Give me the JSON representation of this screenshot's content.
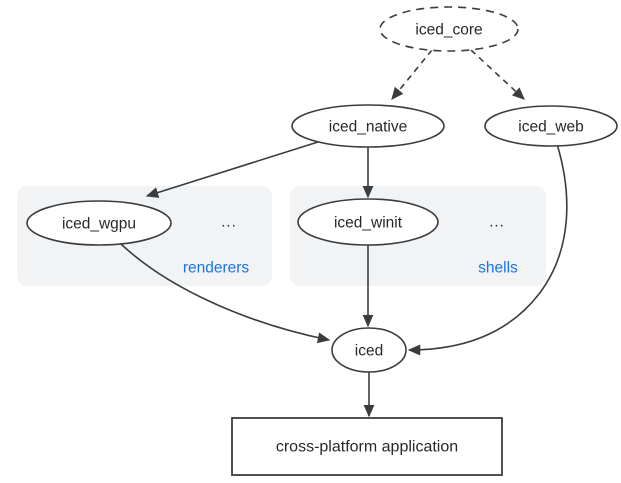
{
  "diagram": {
    "type": "dependency-graph",
    "colors": {
      "background": "#ffffff",
      "node_fill": "#ffffff",
      "stroke": "#3a3d40",
      "text": "#26282b",
      "group_fill": "#f1f3f4",
      "group_label": "#1a73e8"
    },
    "nodes": {
      "iced_core": {
        "label": "iced_core",
        "shape": "ellipse",
        "border": "dashed"
      },
      "iced_native": {
        "label": "iced_native",
        "shape": "ellipse",
        "border": "solid"
      },
      "iced_web": {
        "label": "iced_web",
        "shape": "ellipse",
        "border": "solid"
      },
      "iced_wgpu": {
        "label": "iced_wgpu",
        "shape": "ellipse",
        "border": "solid",
        "group": "renderers"
      },
      "iced_winit": {
        "label": "iced_winit",
        "shape": "ellipse",
        "border": "solid",
        "group": "shells"
      },
      "iced": {
        "label": "iced",
        "shape": "ellipse",
        "border": "solid"
      },
      "application": {
        "label": "cross-platform application",
        "shape": "rectangle",
        "border": "solid"
      }
    },
    "groups": {
      "renderers": {
        "label": "renderers",
        "ellipsis": "..."
      },
      "shells": {
        "label": "shells",
        "ellipsis": "..."
      }
    },
    "edges": [
      {
        "from": "iced_core",
        "to": "iced_native",
        "style": "dashed"
      },
      {
        "from": "iced_core",
        "to": "iced_web",
        "style": "dashed"
      },
      {
        "from": "iced_native",
        "to": "iced_wgpu",
        "style": "solid"
      },
      {
        "from": "iced_native",
        "to": "iced_winit",
        "style": "solid"
      },
      {
        "from": "iced_wgpu",
        "to": "iced",
        "style": "solid",
        "curved": true
      },
      {
        "from": "iced_winit",
        "to": "iced",
        "style": "solid"
      },
      {
        "from": "iced_web",
        "to": "iced",
        "style": "solid",
        "curved": true
      },
      {
        "from": "iced",
        "to": "application",
        "style": "solid"
      }
    ]
  }
}
